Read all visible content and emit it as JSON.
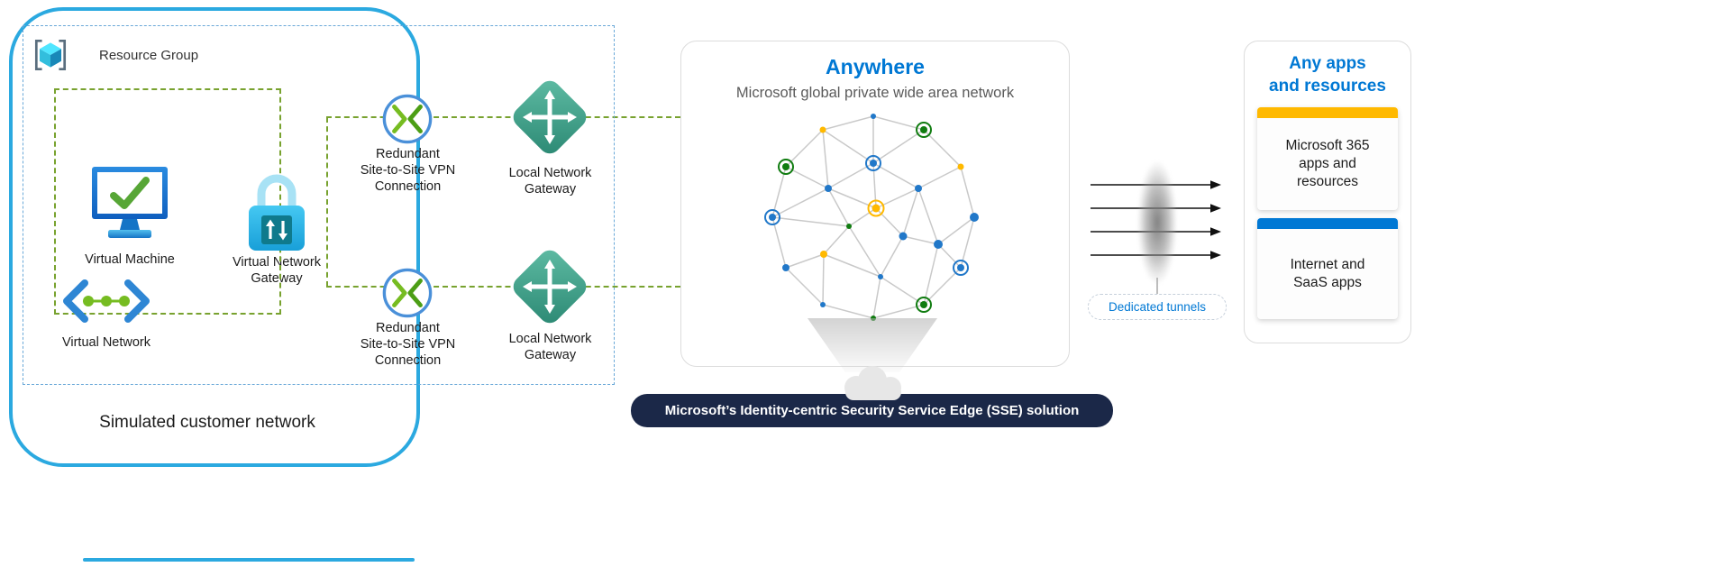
{
  "colors": {
    "accent_blue": "#0078D4",
    "boundary_blue": "#2BA9E0",
    "dashed_green": "#78A22F",
    "dashed_blue": "#69A8D8",
    "banner_navy": "#1B2848",
    "gold": "#FFB900",
    "gateway_teal": "#3D9C85"
  },
  "customer_network": {
    "label": "Simulated customer network",
    "resource_group": {
      "label": "Resource Group"
    },
    "virtual_machine": {
      "label": "Virtual Machine"
    },
    "virtual_network": {
      "label": "Virtual Network"
    },
    "virtual_network_gateway": {
      "label": "Virtual Network\nGateway"
    }
  },
  "connections": {
    "vpn_top": {
      "label": "Redundant\nSite-to-Site VPN\nConnection"
    },
    "vpn_bottom": {
      "label": "Redundant\nSite-to-Site VPN\nConnection"
    },
    "local_gateway_top": {
      "label": "Local Network\nGateway"
    },
    "local_gateway_bottom": {
      "label": "Local Network\nGateway"
    }
  },
  "wan_panel": {
    "title": "Anywhere",
    "subtitle": "Microsoft global private wide area network"
  },
  "sse_banner": {
    "label": "Microsoft’s Identity-centric Security Service Edge (SSE) solution"
  },
  "tunnels": {
    "label": "Dedicated tunnels"
  },
  "apps_panel": {
    "title": "Any apps\nand resources",
    "boxes": [
      {
        "label": "Microsoft 365\napps and\nresources",
        "accent": "#FFB900"
      },
      {
        "label": "Internet and\nSaaS apps",
        "accent": "#0078D4"
      }
    ]
  }
}
